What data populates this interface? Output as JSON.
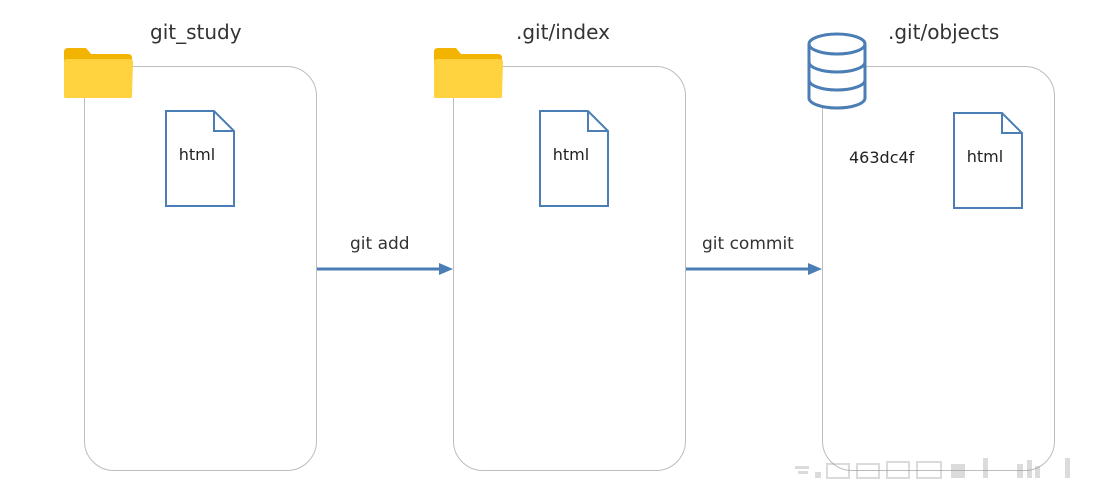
{
  "panels": [
    {
      "title": "git_study",
      "icon": "folder-icon",
      "file_label": "html"
    },
    {
      "title": ".git/index",
      "icon": "folder-icon",
      "file_label": "html"
    },
    {
      "title": ".git/objects",
      "icon": "database-icon",
      "file_label": "html",
      "hash": "463dc4f"
    }
  ],
  "arrows": [
    {
      "label": "git add"
    },
    {
      "label": "git commit"
    }
  ],
  "colors": {
    "panel_border": "#bdbdbd",
    "file_stroke": "#4a7eb5",
    "arrow": "#4a7eb5",
    "folder": "#ffc928",
    "database": "#4a7eb5"
  }
}
